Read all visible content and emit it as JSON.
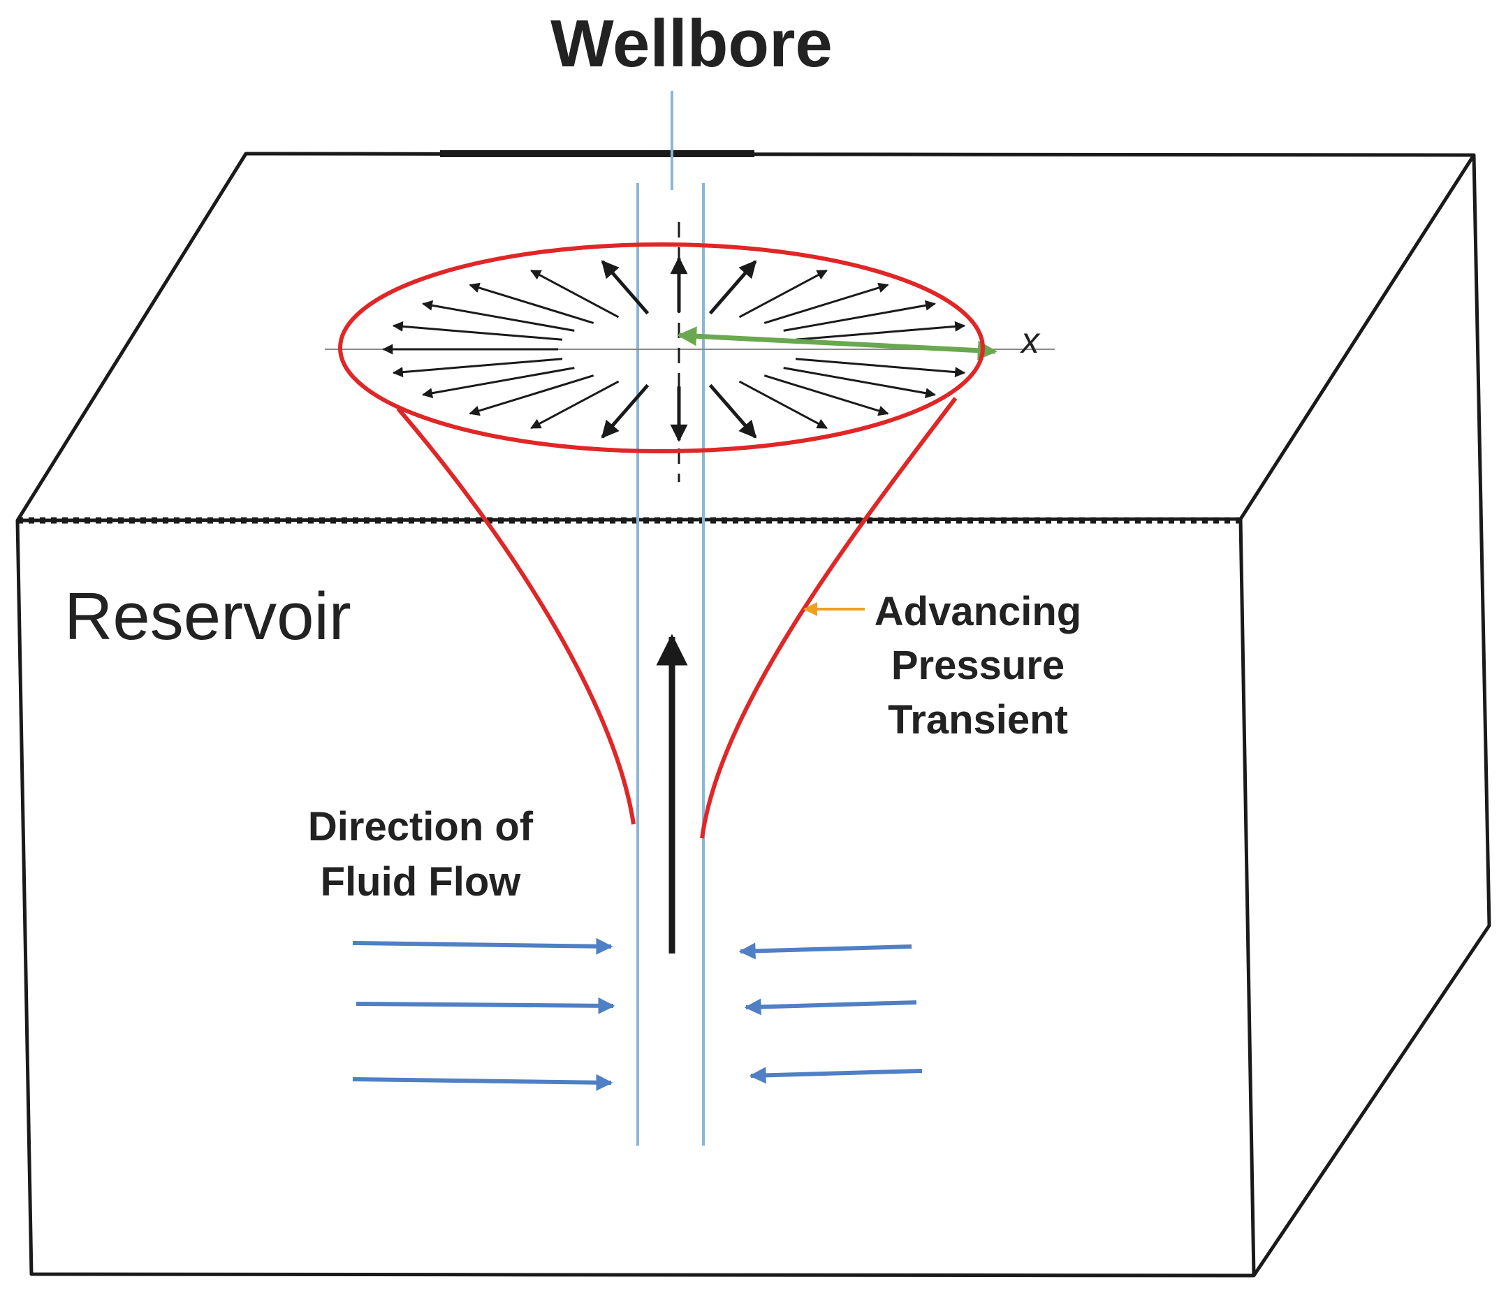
{
  "labels": {
    "wellbore": "Wellbore",
    "reservoir": "Reservoir",
    "transient_line1": "Advancing",
    "transient_line2": "Pressure",
    "transient_line3": "Transient",
    "flow_line1": "Direction of",
    "flow_line2": "Fluid Flow",
    "x_axis": "x"
  },
  "colors": {
    "outline": "#1a1a1a",
    "transient": "#e02626",
    "wellbore": "#8ab6d8",
    "flow_arrows": "#4f7fc4",
    "radius_arrow": "#6aa84f",
    "pointer": "#f0a020"
  }
}
